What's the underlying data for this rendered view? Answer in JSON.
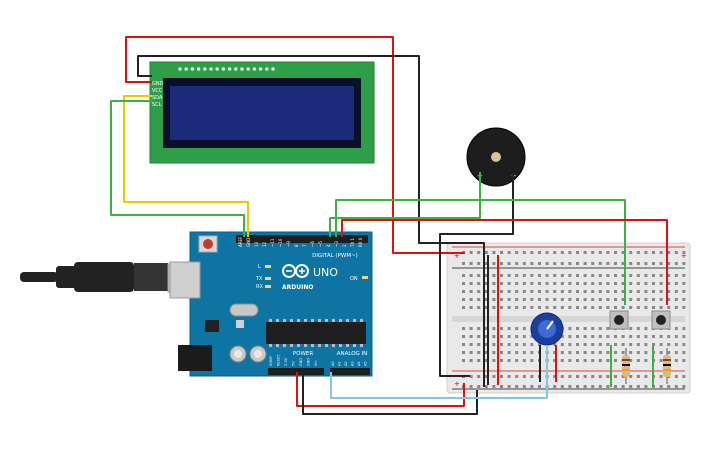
{
  "lcd": {
    "pins": [
      "GND",
      "VCC",
      "SDA",
      "SCL"
    ]
  },
  "arduino": {
    "logo_text": "ARDUINO",
    "model": "UNO",
    "digital_label": "DIGITAL (PWM~)",
    "power_label": "POWER",
    "analog_label": "ANALOG IN",
    "led_l": "L",
    "led_tx": "TX",
    "led_rx": "RX",
    "led_on": "ON",
    "digital_pins": [
      "AREF",
      "GND",
      "13",
      "12",
      "~11",
      "~10",
      "~9",
      "8",
      "7",
      "~6",
      "~5",
      "4",
      "~3",
      "2",
      "TX 1",
      "RX 0"
    ],
    "power_pins": [
      "IOREF",
      "RESET",
      "3.3V",
      "5V",
      "GND",
      "GND",
      "Vin"
    ],
    "analog_pins": [
      "A0",
      "A1",
      "A2",
      "A3",
      "A4",
      "A5"
    ]
  },
  "buzzer": {
    "plus": "+",
    "minus": "−"
  },
  "breadboard": {
    "plus": "+",
    "minus": "−"
  },
  "colors": {
    "wire_red": "#e01010",
    "wire_black": "#222222",
    "wire_green": "#3cb043",
    "wire_yellow": "#f0c800",
    "wire_blue": "#7ec8e3",
    "arduino_blue": "#0e74a4",
    "lcd_green": "#2e9e48",
    "lcd_screen": "#1b2a7a",
    "breadboard": "#e9e9e9"
  }
}
